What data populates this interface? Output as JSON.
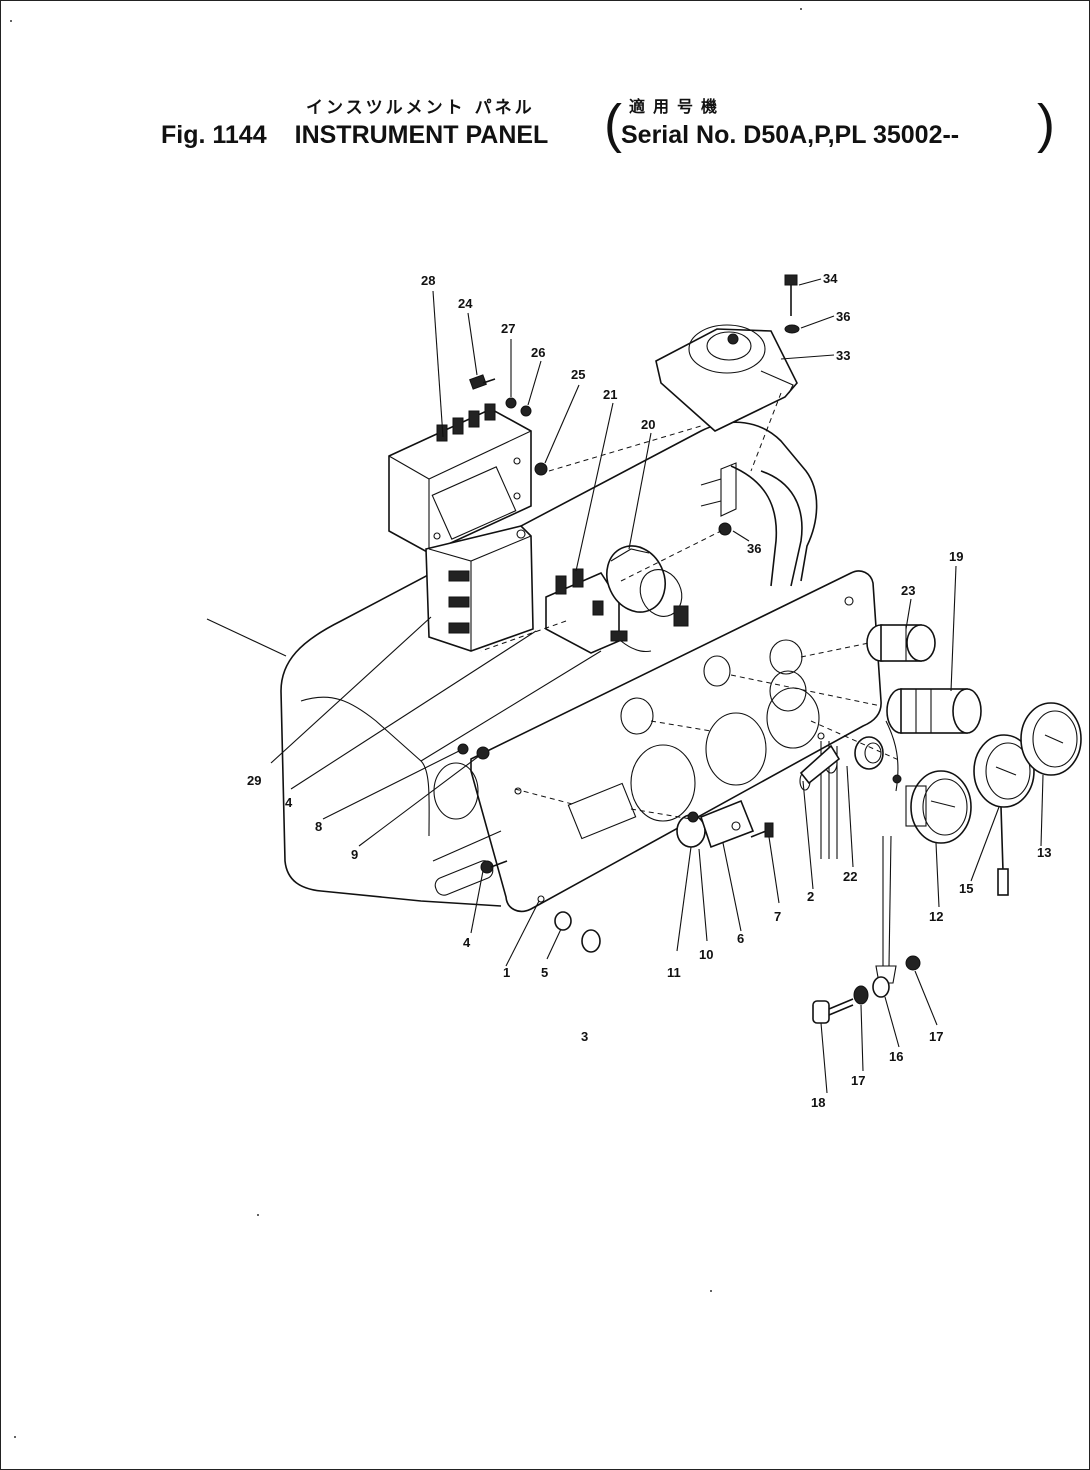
{
  "header": {
    "title_jp": "インスツルメント パネル",
    "serial_jp": "適用号機",
    "fig_label": "Fig. 1144",
    "title_en": "INSTRUMENT PANEL",
    "serial_en": "Serial No. D50A,P,PL 35002--"
  },
  "callouts": [
    {
      "id": "c28",
      "label": "28"
    },
    {
      "id": "c24",
      "label": "24"
    },
    {
      "id": "c27",
      "label": "27"
    },
    {
      "id": "c26",
      "label": "26"
    },
    {
      "id": "c25",
      "label": "25"
    },
    {
      "id": "c21",
      "label": "21"
    },
    {
      "id": "c20",
      "label": "20"
    },
    {
      "id": "c34",
      "label": "34"
    },
    {
      "id": "c36a",
      "label": "36"
    },
    {
      "id": "c33",
      "label": "33"
    },
    {
      "id": "c36b",
      "label": "36"
    },
    {
      "id": "c19",
      "label": "19"
    },
    {
      "id": "c23",
      "label": "23"
    },
    {
      "id": "c29",
      "label": "29"
    },
    {
      "id": "c4a",
      "label": "4"
    },
    {
      "id": "c8",
      "label": "8"
    },
    {
      "id": "c9",
      "label": "9"
    },
    {
      "id": "c4b",
      "label": "4"
    },
    {
      "id": "c1",
      "label": "1"
    },
    {
      "id": "c5a",
      "label": "5"
    },
    {
      "id": "c3",
      "label": "3"
    },
    {
      "id": "c11",
      "label": "11"
    },
    {
      "id": "c10",
      "label": "10"
    },
    {
      "id": "c6",
      "label": "6"
    },
    {
      "id": "c7",
      "label": "7"
    },
    {
      "id": "c2",
      "label": "2"
    },
    {
      "id": "c22",
      "label": "22"
    },
    {
      "id": "c12",
      "label": "12"
    },
    {
      "id": "c15",
      "label": "15"
    },
    {
      "id": "c13",
      "label": "13"
    },
    {
      "id": "c17a",
      "label": "17"
    },
    {
      "id": "c16",
      "label": "16"
    },
    {
      "id": "c17b",
      "label": "17"
    },
    {
      "id": "c18",
      "label": "18"
    }
  ]
}
